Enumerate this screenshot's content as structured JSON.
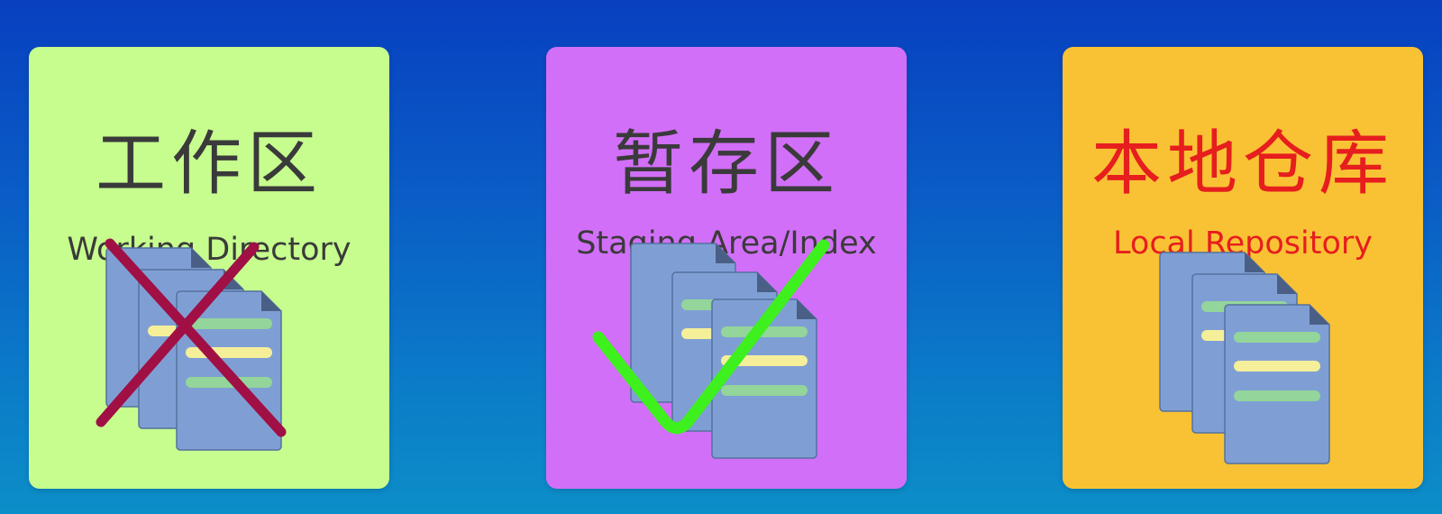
{
  "colors": {
    "background_top": "#0840c0",
    "background_bottom": "#0c8ec8",
    "working_card": "#c6fd8e",
    "staging_card": "#d26ff8",
    "local_card": "#f9c234",
    "dark_text": "#3a3a3a",
    "red_text": "#e61e1e",
    "cross": "#a01045",
    "check": "#3ef01e",
    "document": "#7f9fd4"
  },
  "areas": [
    {
      "title": "工作区",
      "subtitle": "Working Directory",
      "card_color": "#c6fd8e",
      "text_color": "#3a3a3a",
      "mark": "cross",
      "icon": "documents-icon"
    },
    {
      "title": "暂存区",
      "subtitle": "Staging Area/Index",
      "card_color": "#d26ff8",
      "text_color": "#3a3a3a",
      "mark": "check",
      "icon": "documents-icon"
    },
    {
      "title": "本地仓库",
      "subtitle": "Local Repository",
      "card_color": "#f9c234",
      "text_color": "#e61e1e",
      "mark": "none",
      "icon": "documents-icon"
    }
  ]
}
